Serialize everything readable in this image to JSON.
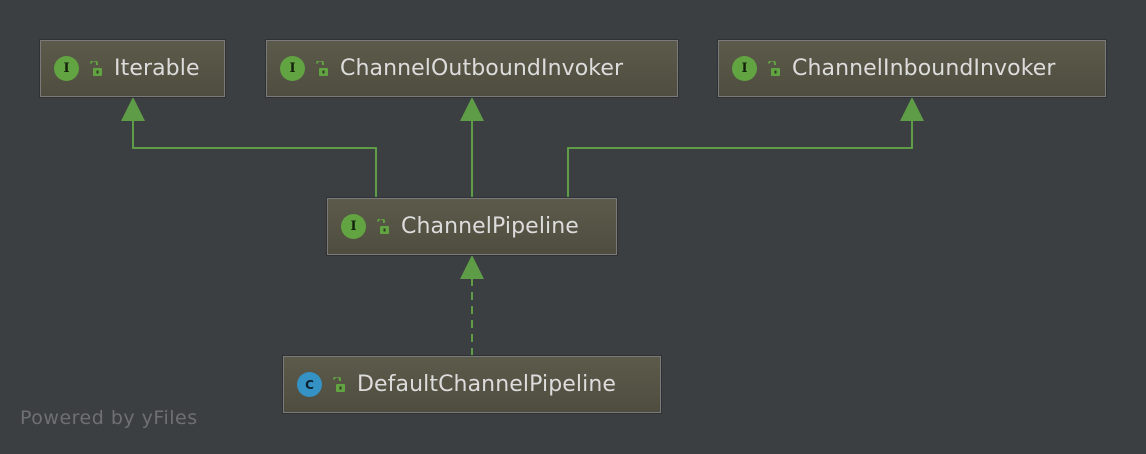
{
  "diagram": {
    "nodes": [
      {
        "id": "iterable",
        "kind": "I",
        "label": "Iterable"
      },
      {
        "id": "outbound",
        "kind": "I",
        "label": "ChannelOutboundInvoker"
      },
      {
        "id": "inbound",
        "kind": "I",
        "label": "ChannelInboundInvoker"
      },
      {
        "id": "pipeline",
        "kind": "I",
        "label": "ChannelPipeline"
      },
      {
        "id": "default",
        "kind": "C",
        "label": "DefaultChannelPipeline"
      }
    ],
    "edges": [
      {
        "from": "pipeline",
        "to": "iterable",
        "style": "solid",
        "relation": "extends"
      },
      {
        "from": "pipeline",
        "to": "outbound",
        "style": "solid",
        "relation": "extends"
      },
      {
        "from": "pipeline",
        "to": "inbound",
        "style": "solid",
        "relation": "extends"
      },
      {
        "from": "default",
        "to": "pipeline",
        "style": "dashed",
        "relation": "implements"
      }
    ]
  },
  "colors": {
    "background": "#3c3f41",
    "edge": "#5f9c48",
    "interface_badge": "#62a342",
    "class_badge": "#3592c4",
    "node_text": "#dcdcdc",
    "watermark": "#6e7072"
  },
  "icons": {
    "interface": "interface-badge-icon",
    "class": "class-badge-icon",
    "visibility": "open-lock-icon"
  },
  "watermark": "Powered by yFiles"
}
